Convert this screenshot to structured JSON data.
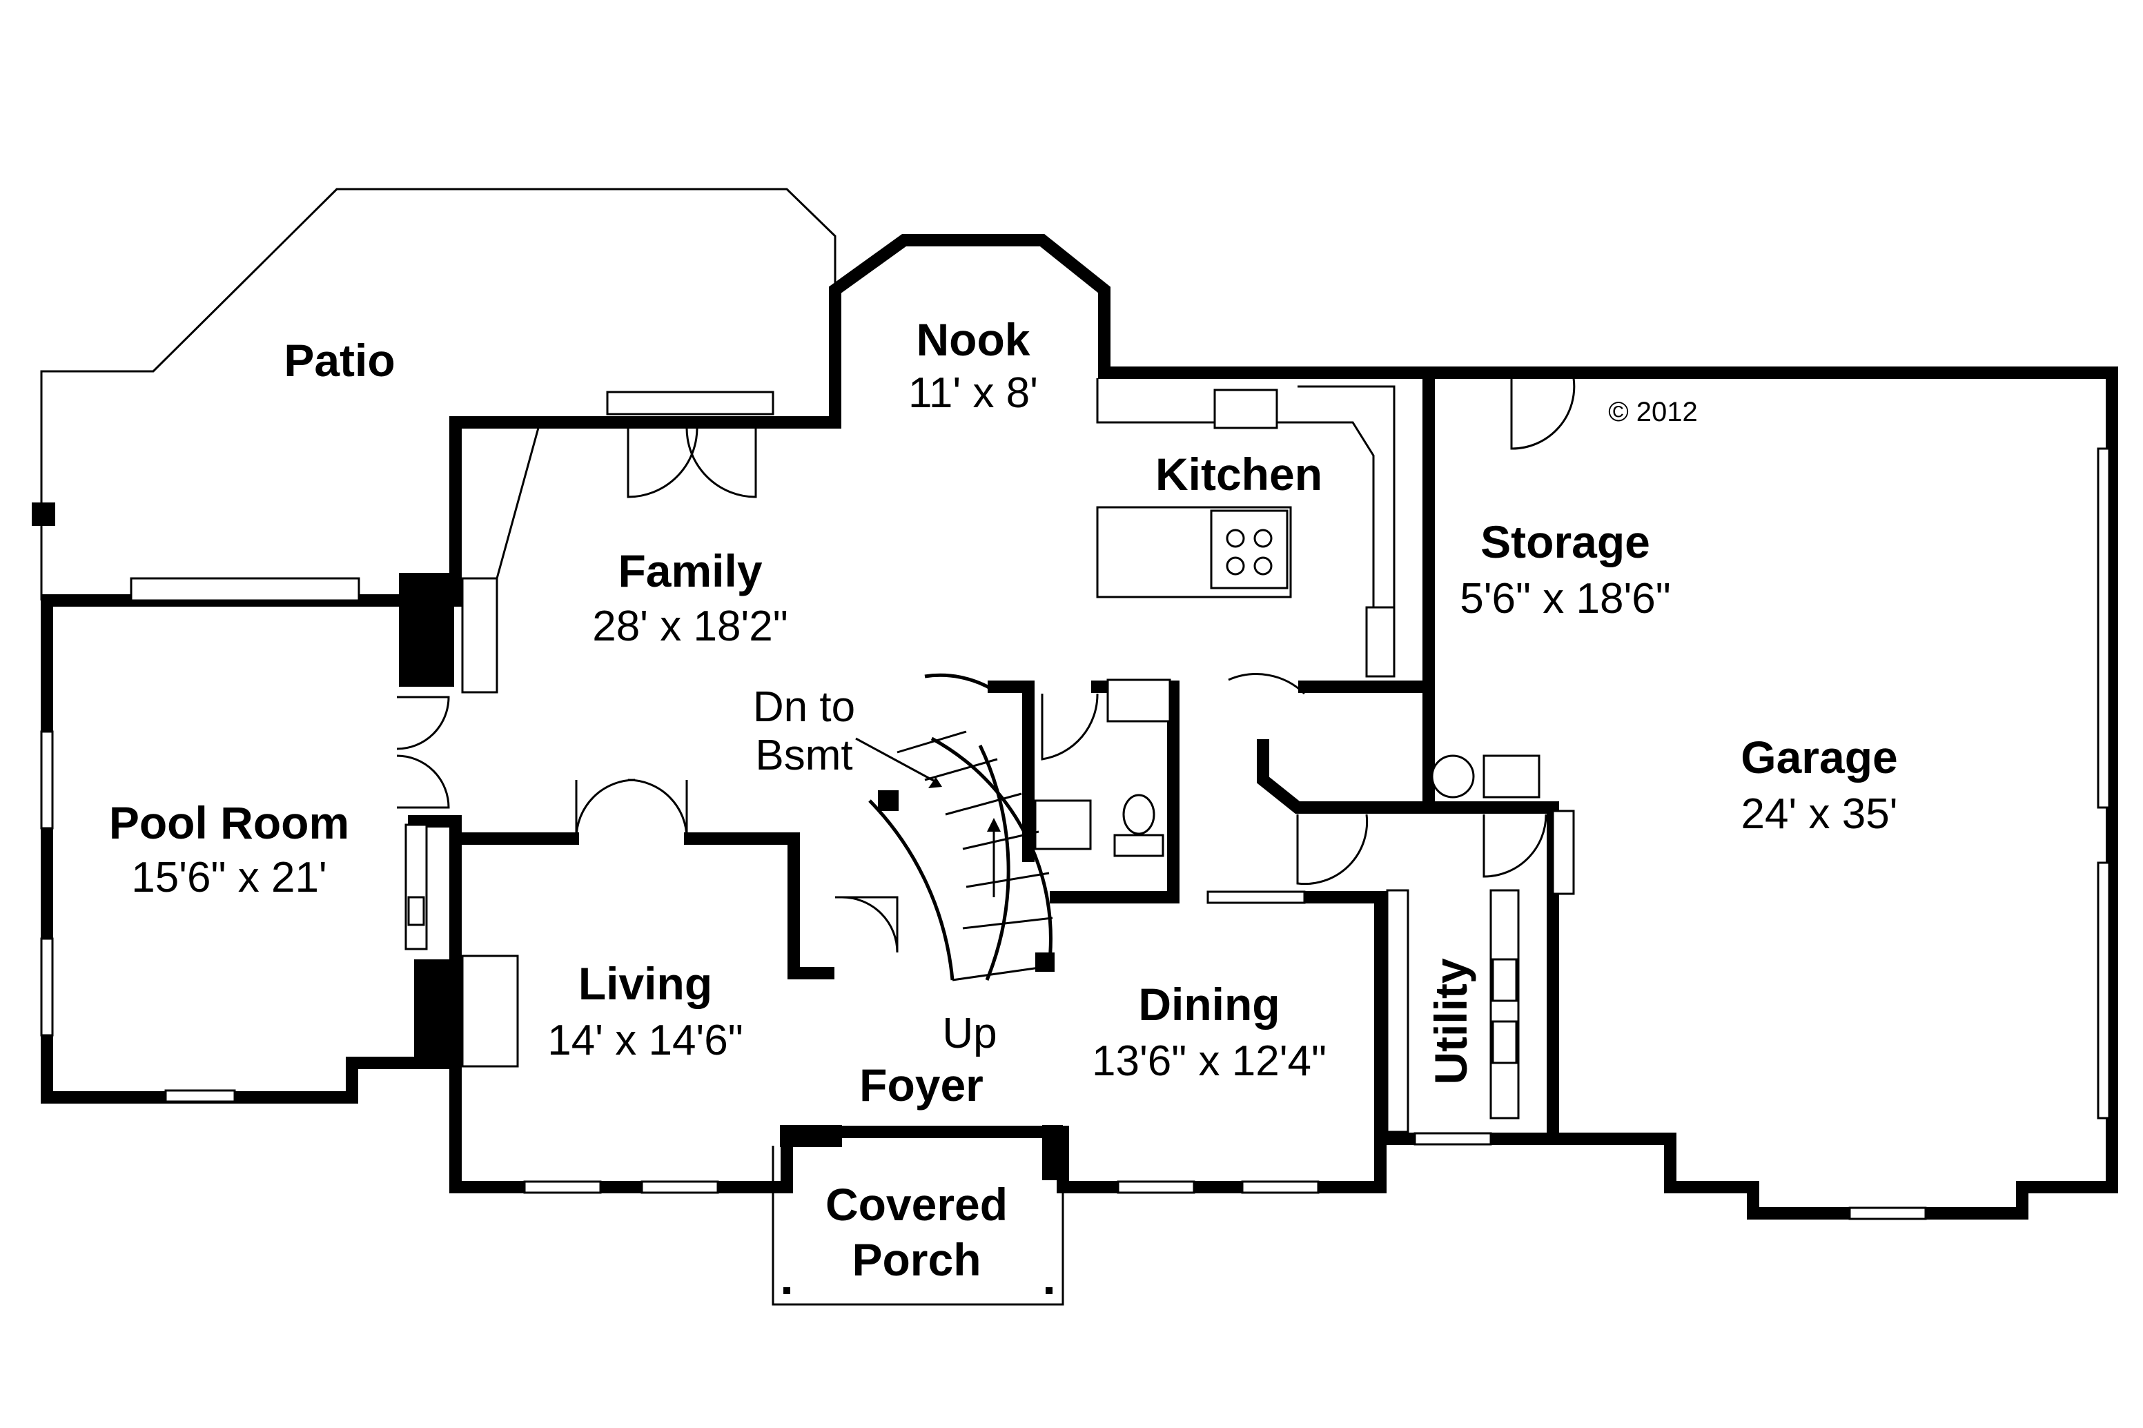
{
  "rooms": {
    "patio": {
      "name": "Patio"
    },
    "nook": {
      "name": "Nook",
      "dims": "11' x 8'"
    },
    "kitchen": {
      "name": "Kitchen"
    },
    "family": {
      "name": "Family",
      "dims": "28' x 18'2\""
    },
    "storage": {
      "name": "Storage",
      "dims": "5'6\" x 18'6\""
    },
    "garage": {
      "name": "Garage",
      "dims": "24' x 35'"
    },
    "pool_room": {
      "name": "Pool Room",
      "dims": "15'6\" x 21'"
    },
    "living": {
      "name": "Living",
      "dims": "14' x 14'6\""
    },
    "dining": {
      "name": "Dining",
      "dims": "13'6\" x 12'4\""
    },
    "utility": {
      "name": "Utility"
    },
    "foyer": {
      "name": "Foyer"
    },
    "covered_porch": {
      "line1": "Covered",
      "line2": "Porch"
    }
  },
  "annotations": {
    "dn_to_bsmt_line1": "Dn to",
    "dn_to_bsmt_line2": "Bsmt",
    "up": "Up",
    "copyright": "© 2012"
  }
}
